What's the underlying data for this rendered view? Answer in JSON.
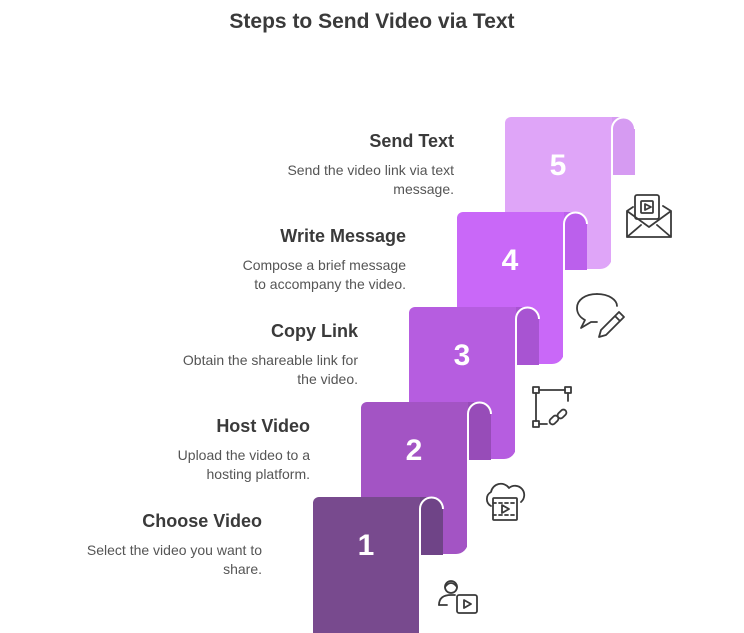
{
  "title": "Steps to Send Video via Text",
  "steps": [
    {
      "number": "1",
      "title": "Choose Video",
      "description": "Select the video you want to share.",
      "desc_lines": [
        "Select the video you want to",
        "share."
      ],
      "color": "#784a8e",
      "curl_color": "#6f4487",
      "icon": "person-video-icon"
    },
    {
      "number": "2",
      "title": "Host Video",
      "description": "Upload the video to a hosting platform.",
      "desc_lines": [
        "Upload the video to a",
        "hosting platform."
      ],
      "color": "#a354c4",
      "curl_color": "#974cb8",
      "icon": "cloud-video-icon"
    },
    {
      "number": "3",
      "title": "Copy Link",
      "description": "Obtain the shareable link for the video.",
      "desc_lines": [
        "Obtain the shareable link for",
        "the video."
      ],
      "color": "#b65de0",
      "curl_color": "#a854d2",
      "icon": "link-selection-icon"
    },
    {
      "number": "4",
      "title": "Write Message",
      "description": "Compose a brief message to accompany the video.",
      "desc_lines": [
        "Compose a brief message",
        "to accompany the video."
      ],
      "color": "#c968f8",
      "curl_color": "#bb60ec",
      "icon": "chat-pencil-icon"
    },
    {
      "number": "5",
      "title": "Send Text",
      "description": "Send the video link via text message.",
      "desc_lines": [
        "Send the video link via text",
        "message."
      ],
      "color": "#dfa5f8",
      "curl_color": "#d69bf2",
      "icon": "envelope-video-icon"
    }
  ]
}
